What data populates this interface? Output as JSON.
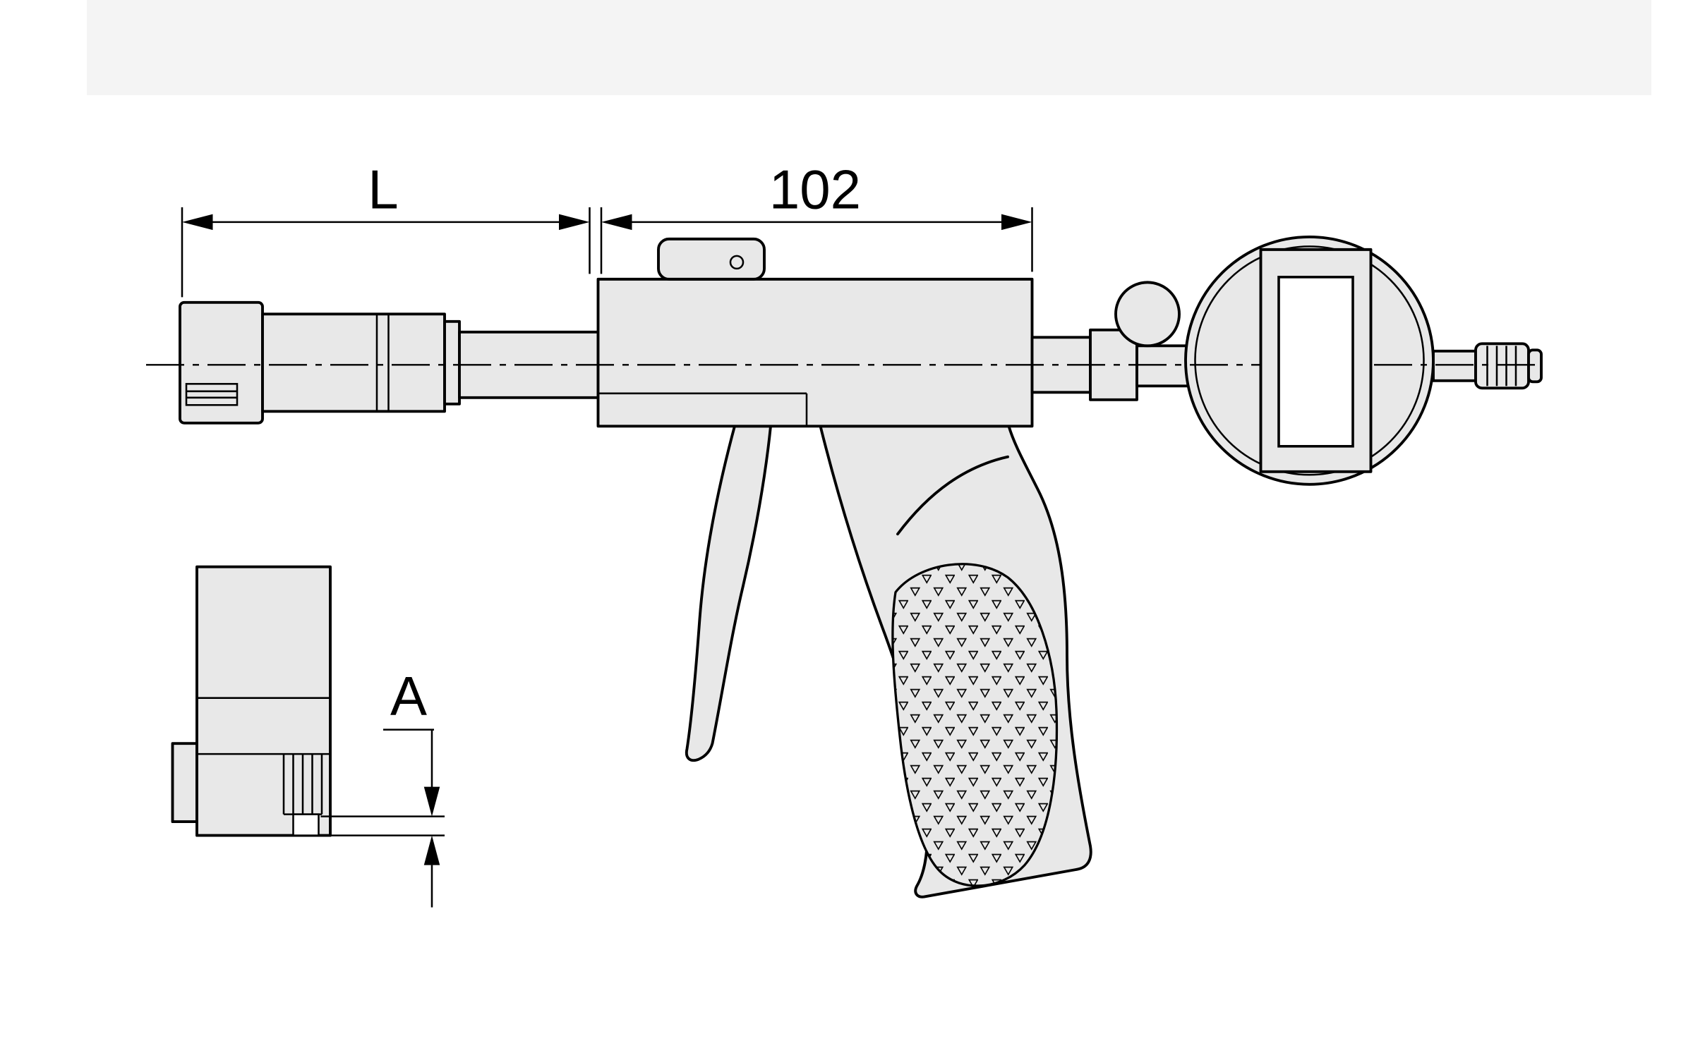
{
  "diagram": {
    "labels": {
      "probe_length": "L",
      "body_length": "102",
      "tip_dimension": "A"
    },
    "colors": {
      "line": "#000000",
      "part-fill": "#e8e8e8",
      "display-fill": "#ffffff",
      "background": "#ffffff",
      "band": "#f4f4f4"
    }
  }
}
